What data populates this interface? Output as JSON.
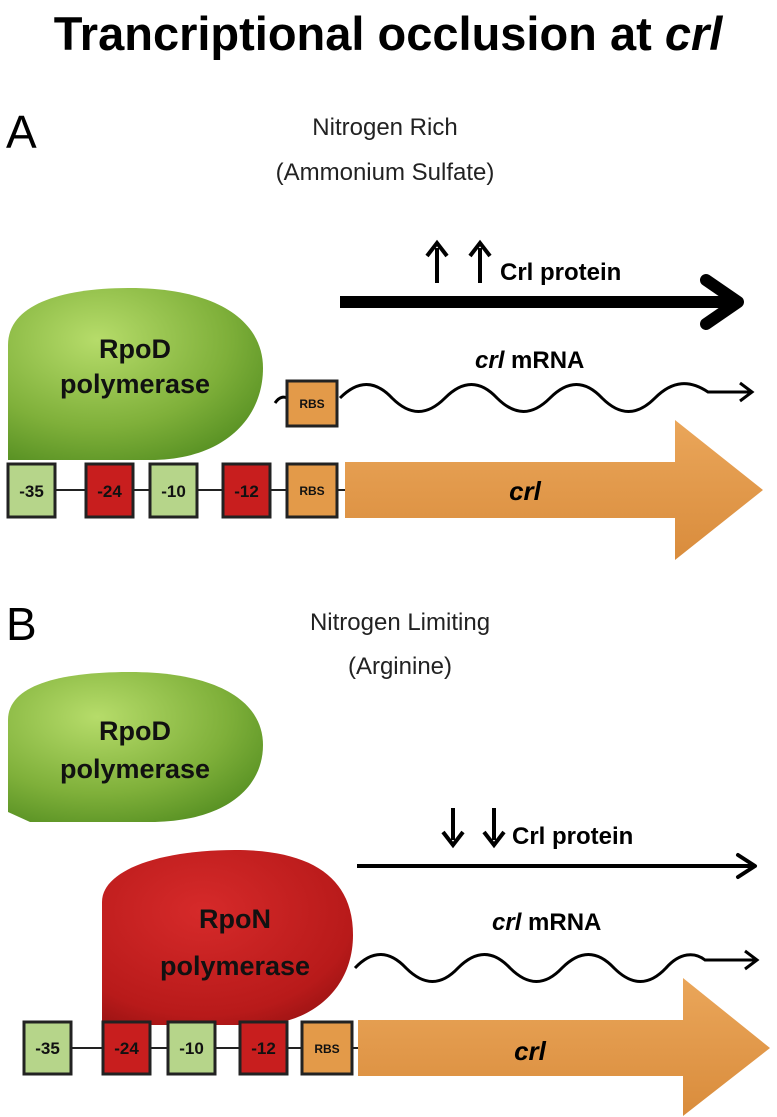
{
  "title": {
    "prefix": "Trancriptional occlusion at ",
    "gene": "crl"
  },
  "panel_a": {
    "letter": "A",
    "condition_line1": "Nitrogen Rich",
    "condition_line2": "(Ammonium Sulfate)",
    "polymerase_line1": "RpoD",
    "polymerase_line2": "polymerase",
    "protein_label": "Crl protein",
    "protein_level": "increased",
    "mrna_gene": "crl",
    "mrna_suffix": " mRNA",
    "rbs_on_mrna": "RBS",
    "promoter_boxes": [
      "-35",
      "-24",
      "-10",
      "-12",
      "RBS"
    ],
    "gene_label": "crl"
  },
  "panel_b": {
    "letter": "B",
    "condition_line1": "Nitrogen Limiting",
    "condition_line2": "(Arginine)",
    "free_polymerase_line1": "RpoD",
    "free_polymerase_line2": "polymerase",
    "bound_polymerase_line1": "RpoN",
    "bound_polymerase_line2": "polymerase",
    "protein_label": "Crl protein",
    "protein_level": "decreased",
    "mrna_gene": "crl",
    "mrna_suffix": " mRNA",
    "promoter_boxes": [
      "-35",
      "-24",
      "-10",
      "-12",
      "RBS"
    ],
    "gene_label": "crl"
  },
  "colors": {
    "green_box": "#b6d58a",
    "red_box": "#c81e1e",
    "orange": "#e39a49",
    "rpod_polymerase": "#7fb03a",
    "rpon_polymerase": "#b81a1a"
  },
  "icons": {
    "up_arrow": "arrow-up-icon",
    "down_arrow": "arrow-down-icon"
  }
}
